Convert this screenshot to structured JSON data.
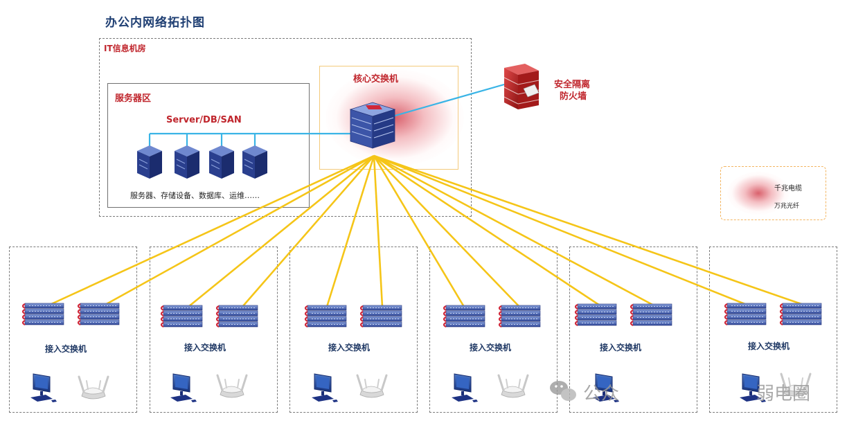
{
  "title": "办公内网络拓扑图",
  "it_room": {
    "label": "IT信息机房"
  },
  "server_zone": {
    "label": "服务器区",
    "server_label": "Server/DB/SAN",
    "devices_label": "服务器、存储设备、数据库、运维……"
  },
  "core_switch": {
    "label": "核心交换机"
  },
  "firewall": {
    "line1": "安全隔离",
    "line2": "防火墙"
  },
  "legend": {
    "item1": "千兆电缆",
    "item2": "万兆光纤"
  },
  "access_groups": [
    {
      "label": "接入交换机"
    },
    {
      "label": "接入交换机"
    },
    {
      "label": "接入交换机"
    },
    {
      "label": "接入交换机"
    },
    {
      "label": "接入交换机"
    },
    {
      "label": "接入交换机"
    }
  ],
  "watermark": {
    "part1": "公众",
    "part2": "弱电圈"
  },
  "colors": {
    "uplink": "#f5c518",
    "fiber": "#39b4e6",
    "accent_red": "#c0262d",
    "navy": "#1f3864"
  }
}
